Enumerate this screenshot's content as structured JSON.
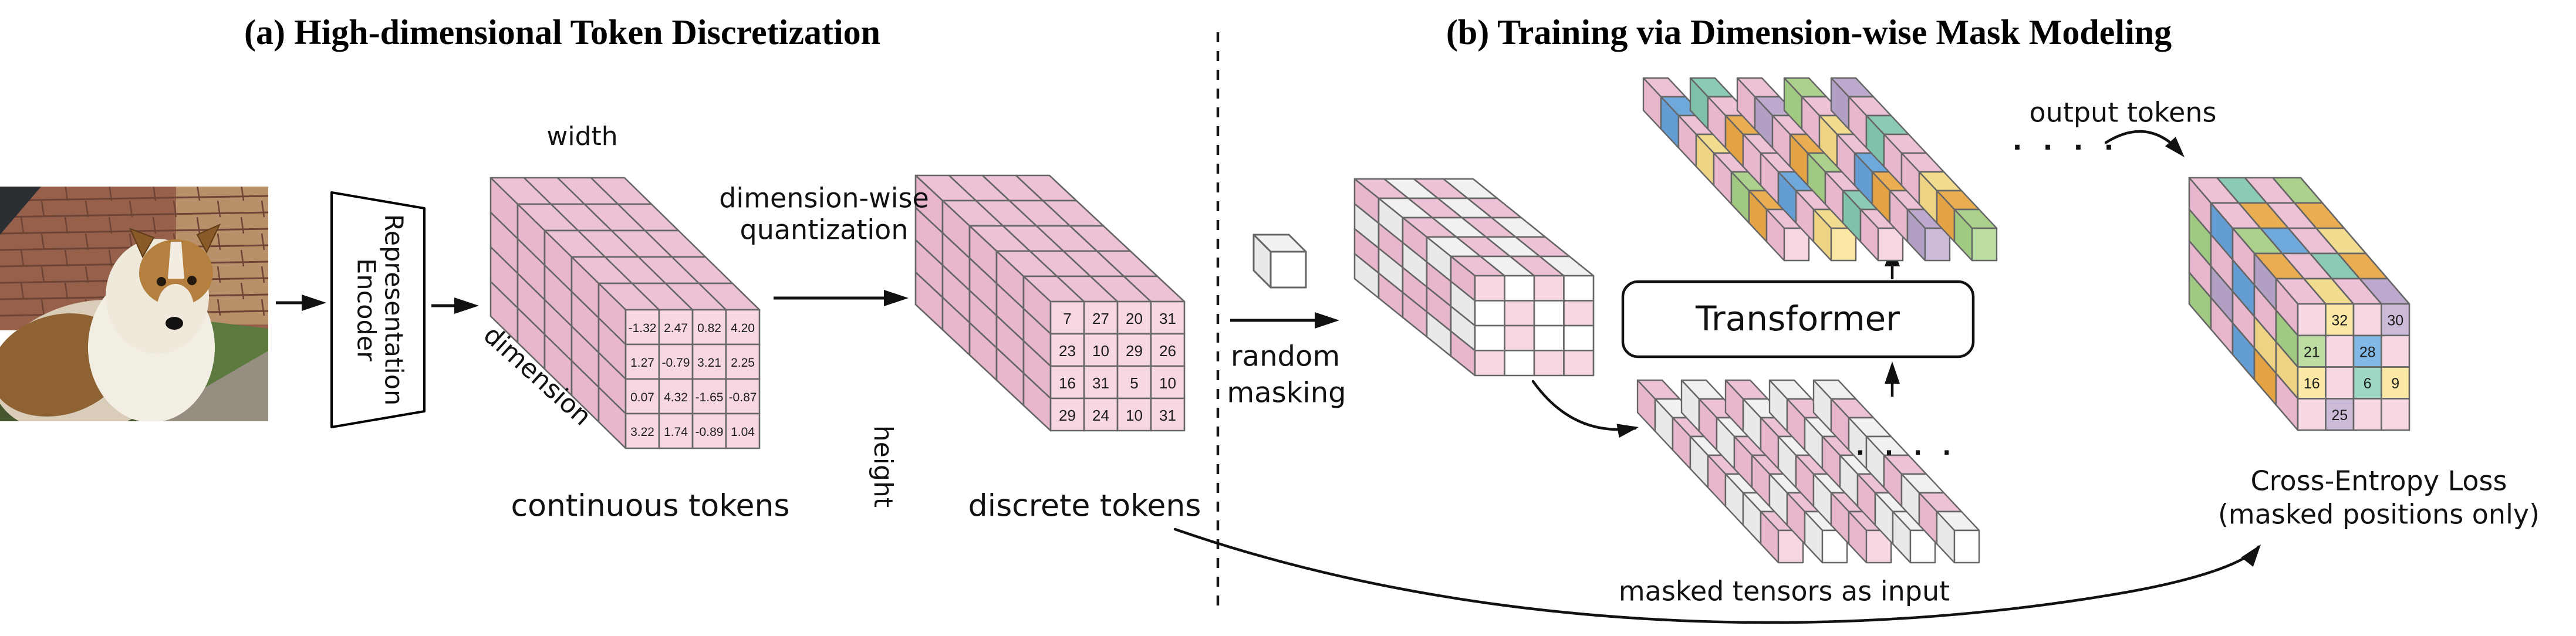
{
  "titles": {
    "a": "(a) High-dimensional Token Discretization",
    "b": "(b) Training via Dimension-wise Mask Modeling"
  },
  "panel_a": {
    "encoder_line1": "Representation",
    "encoder_line2": "Encoder",
    "axis_width": "width",
    "axis_height": "height",
    "axis_dimension": "dimension",
    "quantization_line1": "dimension-wise",
    "quantization_line2": "quantization",
    "caption_continuous": "continuous tokens",
    "caption_discrete": "discrete tokens",
    "continuous_matrix": [
      [
        "-1.32",
        "2.47",
        "0.82",
        "4.20"
      ],
      [
        "1.27",
        "-0.79",
        "3.21",
        "2.25"
      ],
      [
        "0.07",
        "4.32",
        "-1.65",
        "-0.87"
      ],
      [
        "3.22",
        "1.74",
        "-0.89",
        "1.04"
      ]
    ],
    "discrete_matrix": [
      [
        "7",
        "27",
        "20",
        "31"
      ],
      [
        "23",
        "10",
        "29",
        "26"
      ],
      [
        "16",
        "31",
        "5",
        "10"
      ],
      [
        "29",
        "24",
        "10",
        "31"
      ]
    ]
  },
  "panel_b": {
    "random_masking_line1": "random",
    "random_masking_line2": "masking",
    "transformer_label": "Transformer",
    "output_tokens_label": "output tokens",
    "output_dots": "· · · ·",
    "input_dots": "· · · ·",
    "masked_tensors_label": "masked tensors as input",
    "loss_line1": "Cross-Entropy Loss",
    "loss_line2": "(masked positions only)",
    "small_cube_color": "W",
    "masked_cube": {
      "front": [
        [
          "P",
          "W",
          "P",
          "W"
        ],
        [
          "W",
          "P",
          "W",
          "P"
        ],
        [
          "W",
          "P",
          "W",
          "W"
        ],
        [
          "P",
          "W",
          "P",
          "P"
        ]
      ],
      "top": [
        [
          "P",
          "W",
          "P",
          "W"
        ],
        [
          "W",
          "P",
          "W",
          "P"
        ],
        [
          "P",
          "W",
          "P",
          "W"
        ],
        [
          "W",
          "P",
          "W",
          "P"
        ],
        [
          "P",
          "W",
          "P",
          "W"
        ]
      ],
      "side": [
        [
          "P",
          "W",
          "P",
          "W",
          "P"
        ],
        [
          "W",
          "P",
          "W",
          "P",
          "W"
        ],
        [
          "W",
          "P",
          "P",
          "W",
          "P"
        ],
        [
          "P",
          "W",
          "P",
          "P",
          "W"
        ]
      ],
      "back_fill": "W"
    },
    "output_cube": {
      "front_colors": [
        [
          "P",
          "Y",
          "P",
          "U"
        ],
        [
          "G",
          "P",
          "B",
          "P"
        ],
        [
          "Y",
          "P",
          "T",
          "Y"
        ],
        [
          "P",
          "U",
          "P",
          "P"
        ]
      ],
      "front_values": [
        [
          null,
          "32",
          null,
          "30"
        ],
        [
          "21",
          null,
          "28",
          null
        ],
        [
          "16",
          null,
          "6",
          "9"
        ],
        [
          null,
          "25",
          null,
          null
        ]
      ],
      "top": [
        [
          "P",
          "Y",
          "P",
          "U"
        ],
        [
          "O",
          "P",
          "T",
          "O"
        ],
        [
          "G",
          "B",
          "P",
          "Y"
        ],
        [
          "P",
          "O",
          "P",
          "O"
        ],
        [
          "P",
          "T",
          "P",
          "G"
        ]
      ],
      "side": [
        [
          "P",
          "U",
          "P",
          "B",
          "P"
        ],
        [
          "G",
          "P",
          "B",
          "P",
          "G"
        ],
        [
          "Y",
          "Y",
          "P",
          "U",
          "P"
        ],
        [
          "P",
          "O",
          "B",
          "P",
          "G"
        ]
      ],
      "back_fill": "P"
    },
    "output_bars": [
      [
        "P",
        "B",
        "P",
        "Y",
        "P",
        "G",
        "O",
        "P"
      ],
      [
        "T",
        "P",
        "O",
        "P",
        "P",
        "B",
        "P",
        "Y"
      ],
      [
        "P",
        "U",
        "P",
        "O",
        "G",
        "P",
        "T",
        "P"
      ],
      [
        "G",
        "P",
        "Y",
        "P",
        "B",
        "O",
        "P",
        "U"
      ],
      [
        "U",
        "P",
        "T",
        "P",
        "P",
        "Y",
        "O",
        "G"
      ]
    ],
    "input_bars": [
      [
        "P",
        "W",
        "P",
        "W",
        "P",
        "W",
        "W",
        "P"
      ],
      [
        "W",
        "P",
        "W",
        "P",
        "P",
        "W",
        "P",
        "W"
      ],
      [
        "P",
        "W",
        "P",
        "W",
        "P",
        "W",
        "P",
        "P"
      ],
      [
        "W",
        "P",
        "W",
        "P",
        "W",
        "P",
        "W",
        "W"
      ],
      [
        "W",
        "P",
        "W",
        "W",
        "P",
        "W",
        "P",
        "W"
      ]
    ]
  },
  "palette": {
    "P": {
      "f": "#F8D7E4",
      "t": "#EEC2D6",
      "s": "#E9B7CD"
    },
    "W": {
      "f": "#FFFFFF",
      "t": "#F1F1F1",
      "s": "#E9E9E9"
    },
    "Y": {
      "f": "#FAE8A4",
      "t": "#F2DC8F",
      "s": "#EDD383"
    },
    "U": {
      "f": "#CBBBD9",
      "t": "#BDA9CE",
      "s": "#B29FC4"
    },
    "G": {
      "f": "#BCDDA2",
      "t": "#ABD18D",
      "s": "#A0C981"
    },
    "B": {
      "f": "#82B8E6",
      "t": "#6FA9DC",
      "s": "#639DD3"
    },
    "T": {
      "f": "#9ED7C4",
      "t": "#8BCBB5",
      "s": "#7FC2AA"
    },
    "O": {
      "f": "#F2BC69",
      "t": "#EAAD52",
      "s": "#E3A344"
    },
    "cube_stroke": "#666666",
    "line_color": "#111111",
    "value_color": "#1c1c1c"
  }
}
